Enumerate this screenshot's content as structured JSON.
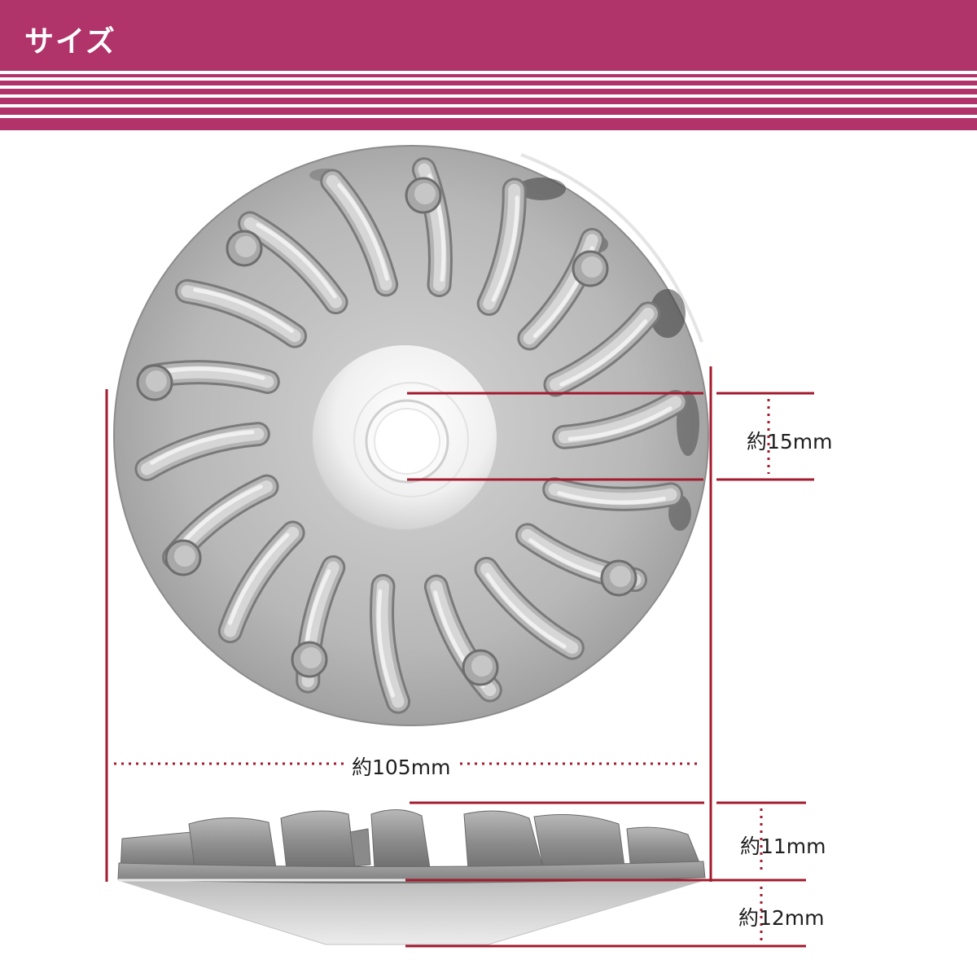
{
  "header": {
    "title": "サイズ"
  },
  "colors": {
    "header": "#b0336a",
    "dimension_line": "#a31b2e",
    "background": "#ffffff"
  },
  "dimensions": {
    "hole_diameter": "約15mm",
    "outer_diameter": "約105mm",
    "fin_height": "約11mm",
    "cone_height": "約12mm"
  }
}
